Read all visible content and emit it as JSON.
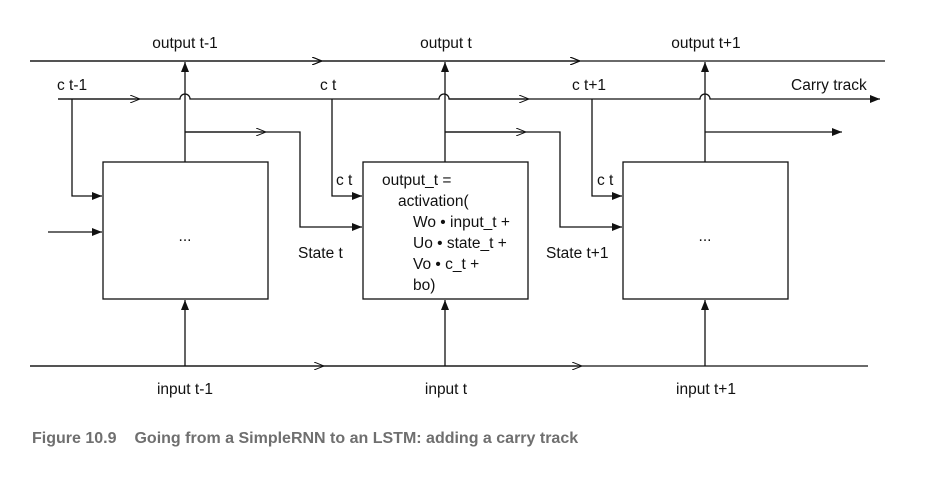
{
  "labels": {
    "output_prev": "output t-1",
    "output_cur": "output t",
    "output_next": "output t+1",
    "c_prev": "c t-1",
    "c_cur": "c t",
    "c_next": "c t+1",
    "carry_track": "Carry track",
    "c_into_cell2": "c t",
    "c_into_cell3": "c t",
    "state_cur": "State t",
    "state_next": "State t+1",
    "input_prev": "input t-1",
    "input_cur": "input t",
    "input_next": "input t+1",
    "cell1_ellipsis": "...",
    "cell3_ellipsis": "..."
  },
  "formula_lines": [
    "output_t =",
    "activation(",
    "Wo • input_t +",
    "Uo • state_t +",
    "Vo • c_t +",
    "bo)"
  ],
  "caption": {
    "number": "Figure 10.9",
    "text": "Going from a SimpleRNN to an LSTM: adding a carry track"
  },
  "colors": {
    "stroke": "#111111",
    "caption": "#6f6f6f"
  }
}
